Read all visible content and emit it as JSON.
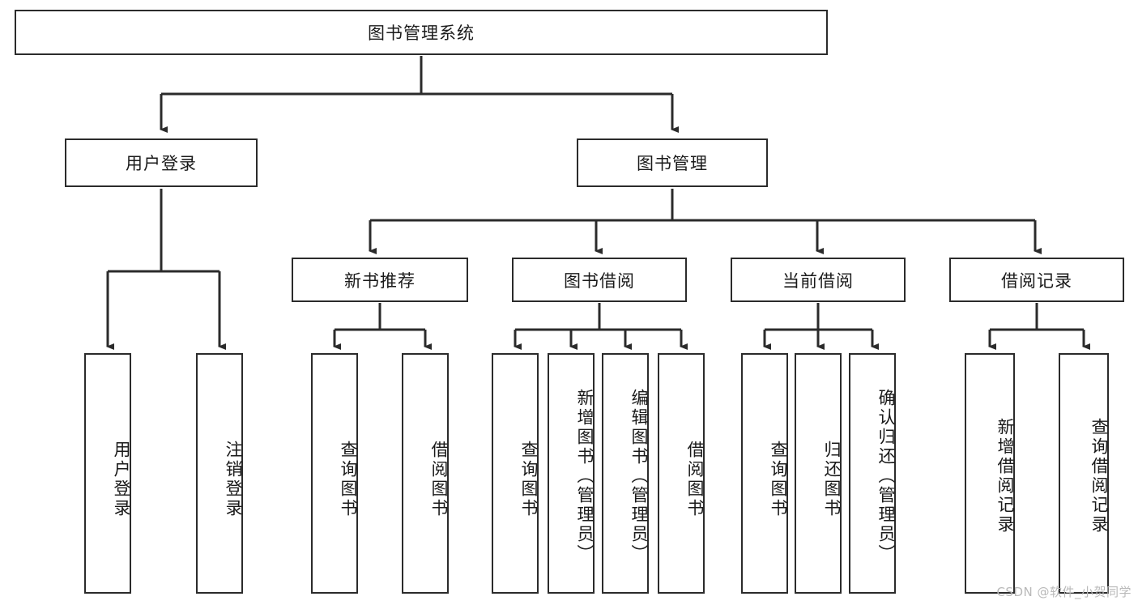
{
  "diagram": {
    "title": "图书管理系统",
    "watermark": "CSDN @软件_小贺同学",
    "colors": {
      "background": "#ffffff",
      "stroke": "#2b2b2b",
      "text": "#1a1a1a",
      "watermark": "#b9b9b9"
    },
    "nodes": {
      "root": "图书管理系统",
      "user_login": "用户登录",
      "book_manage": "图书管理",
      "new_book_rec": "新书推荐",
      "book_borrow": "图书借阅",
      "current_borrow": "当前借阅",
      "borrow_record": "借阅记录",
      "leaf_user_login": "用户登录",
      "leaf_logout_login": "注销登录",
      "leaf_query_book_1": "查询图书",
      "leaf_borrow_book_1": "借阅图书",
      "leaf_query_book_2": "查询图书",
      "leaf_add_book_admin": "新增图书（管理员）",
      "leaf_edit_book_admin": "编辑图书（管理员）",
      "leaf_borrow_book_2": "借阅图书",
      "leaf_query_book_3": "查询图书",
      "leaf_return_book": "归还图书",
      "leaf_confirm_return_admin": "确认归还（管理员）",
      "leaf_add_borrow_record": "新增借阅记录",
      "leaf_query_borrow_record": "查询借阅记录"
    }
  }
}
